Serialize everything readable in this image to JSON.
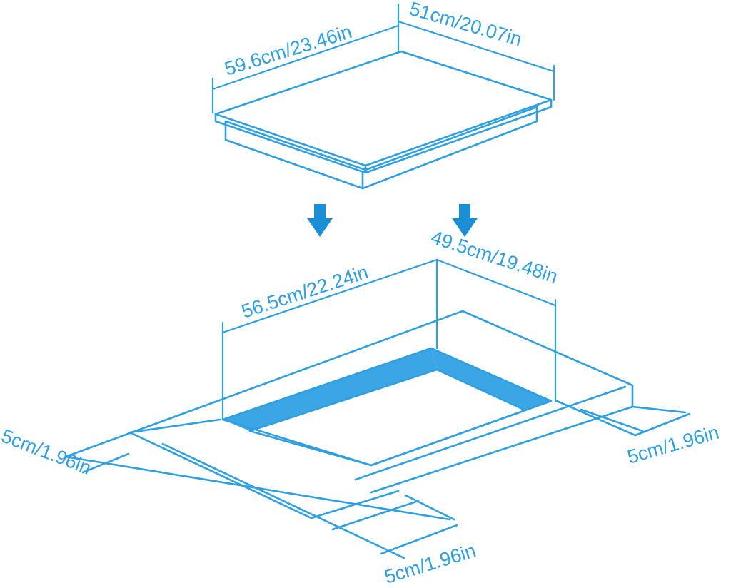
{
  "colors": {
    "line": "#2f9fe0",
    "fill": "#3aa6e6",
    "arrow": "#1a8fd6",
    "text": "#2f9fe0",
    "background": "#ffffff"
  },
  "hob": {
    "width_label": "59.6cm/23.46in",
    "depth_label": "51cm/20.07in"
  },
  "cutout": {
    "width_label": "56.5cm/22.24in",
    "depth_label": "49.5cm/19.48in"
  },
  "clearances": {
    "left_label": "5cm/1.96in",
    "right_label": "5cm/1.96in",
    "front_label": "5cm/1.96in"
  },
  "arrows": [
    "down-arrow",
    "down-arrow"
  ]
}
